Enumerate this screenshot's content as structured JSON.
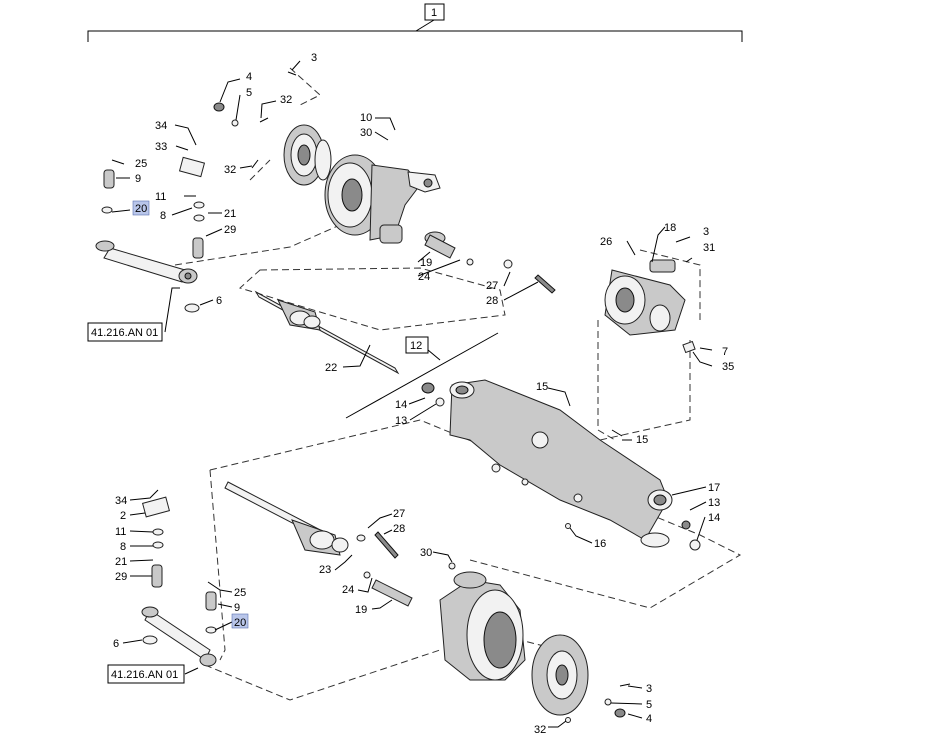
{
  "assembly_number": "1",
  "subassembly_number": "12",
  "highlighted_part": "20",
  "highlight_color": "#b9c6ea",
  "references": [
    "41.216.AN 01",
    "41.216.AN 01"
  ],
  "callouts": [
    "3",
    "4",
    "5",
    "32",
    "32",
    "10",
    "30",
    "34",
    "33",
    "25",
    "9",
    "20",
    "11",
    "8",
    "21",
    "29",
    "6",
    "19",
    "24",
    "27",
    "28",
    "22",
    "26",
    "18",
    "3",
    "31",
    "7",
    "35",
    "15",
    "15",
    "14",
    "13",
    "17",
    "13",
    "14",
    "16",
    "34",
    "2",
    "11",
    "8",
    "21",
    "29",
    "6",
    "25",
    "9",
    "20",
    "27",
    "28",
    "30",
    "23",
    "24",
    "19",
    "3",
    "5",
    "4",
    "32"
  ]
}
